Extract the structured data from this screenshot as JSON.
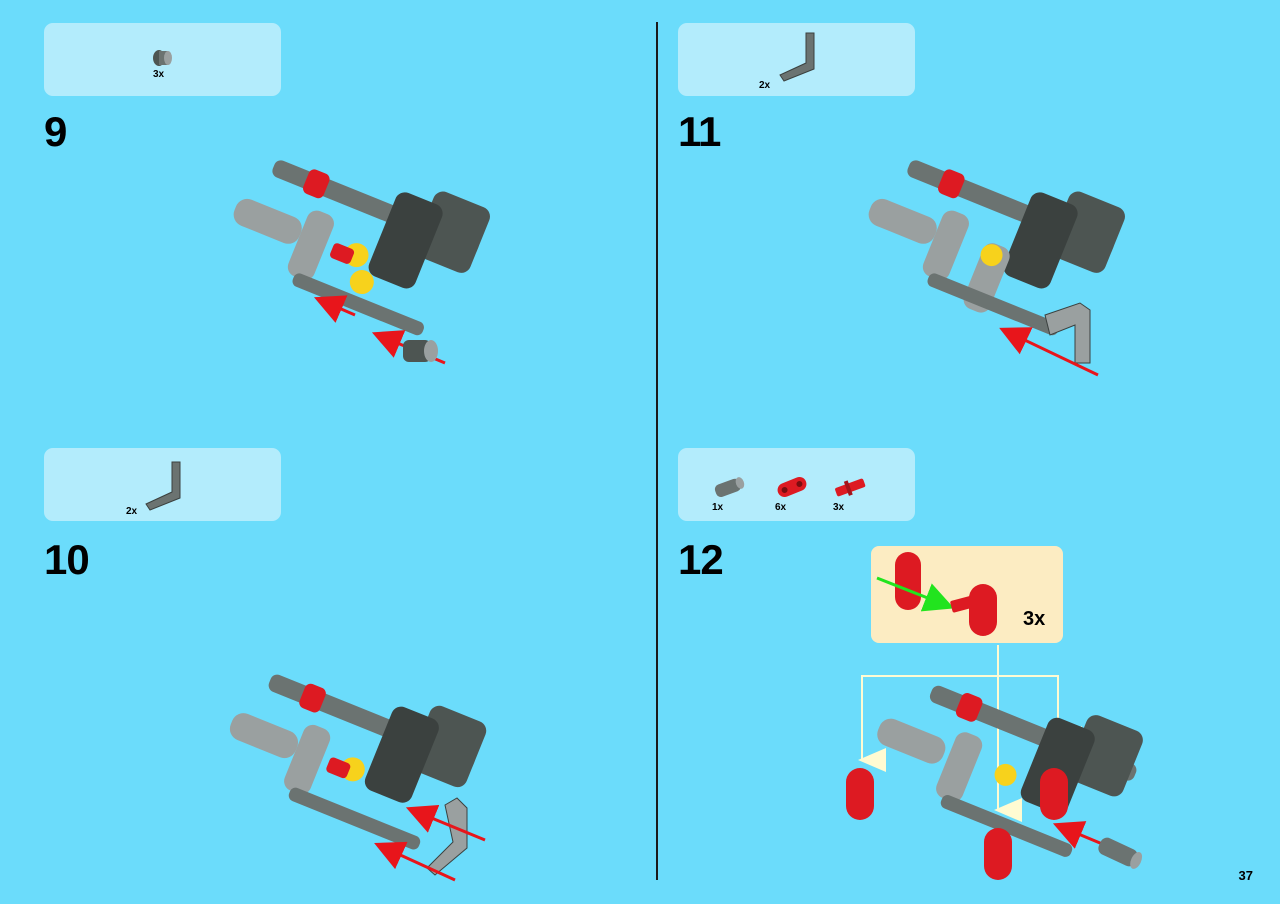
{
  "steps": [
    {
      "number": "9",
      "parts": [
        {
          "qty": "3x",
          "icon": "bush-icon"
        }
      ]
    },
    {
      "number": "10",
      "parts": [
        {
          "qty": "2x",
          "icon": "l-beam-icon"
        }
      ]
    },
    {
      "number": "11",
      "parts": [
        {
          "qty": "2x",
          "icon": "l-beam-icon"
        }
      ]
    },
    {
      "number": "12",
      "parts": [
        {
          "qty": "1x",
          "icon": "axle-joiner-icon"
        },
        {
          "qty": "6x",
          "icon": "red-beam-icon"
        },
        {
          "qty": "3x",
          "icon": "red-axle-pin-icon"
        }
      ]
    }
  ],
  "callout": {
    "qty": "3x"
  },
  "page_number": "37",
  "colors": {
    "background": "#6bdcfb",
    "parts_box": "#b3ecfc",
    "callout_box": "#fcecc2",
    "arrow_red": "#e8151b",
    "arrow_green": "#22e41e",
    "guide_lines": "#fffbd2",
    "part_red": "#dd1a22",
    "part_dark_gray": "#4d5552",
    "part_light_gray": "#9aa0a0",
    "part_yellow": "#f7d21c"
  }
}
